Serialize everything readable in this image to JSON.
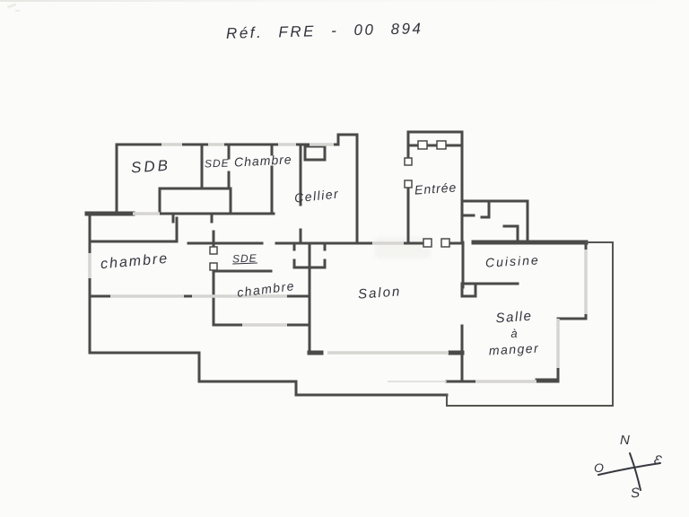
{
  "header": {
    "reference_title": "Réf.  FRE - 00 894"
  },
  "floor_plan": {
    "rooms": {
      "sdb": {
        "label": "SDB"
      },
      "sde_top": {
        "label": "SDE"
      },
      "chambre_top": {
        "label": "Chambre"
      },
      "cellier": {
        "label": "Cellier"
      },
      "entree": {
        "label": "Entrée"
      },
      "chambre_left": {
        "label": "chambre"
      },
      "sde_middle": {
        "label": "SDE"
      },
      "chambre_middle": {
        "label": "chambre"
      },
      "salon": {
        "label": "Salon"
      },
      "cuisine": {
        "label": "Cuisine"
      },
      "salle_a_manger": {
        "label": "Salle à manger",
        "label_lines": [
          "Salle",
          "à",
          "manger"
        ]
      }
    },
    "compass": {
      "north": "N",
      "south": "S",
      "west": "O",
      "east": "Ɛ"
    },
    "colors": {
      "wall": "#4a4a48",
      "window": "#d6d5d1",
      "ink": "#33343d",
      "paper": "#fbfbf9"
    }
  }
}
